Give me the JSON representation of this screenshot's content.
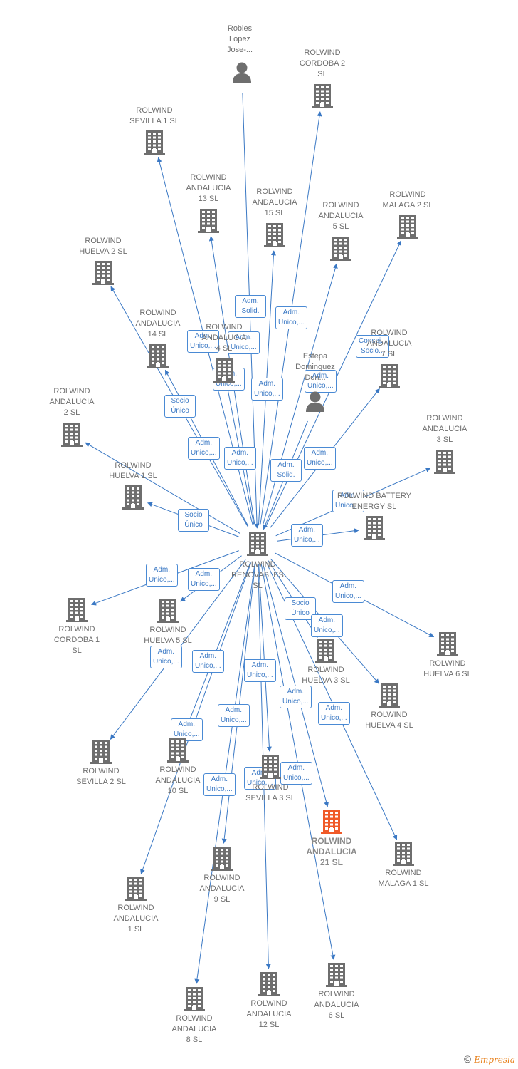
{
  "colors": {
    "edge": "#3a78c4",
    "node": "#6e6e6e",
    "highlight": "#f05a28"
  },
  "nodes": [
    {
      "id": "center",
      "label": "ROLWIND\nRENOVABLES\nSL",
      "type": "company"
    },
    {
      "id": "robles",
      "label": "Robles\nLopez\nJose-...",
      "type": "person"
    },
    {
      "id": "cordoba2",
      "label": "ROLWIND\nCORDOBA 2\nSL",
      "type": "company"
    },
    {
      "id": "sevilla1",
      "label": "ROLWIND\nSEVILLA 1  SL",
      "type": "company"
    },
    {
      "id": "and13",
      "label": "ROLWIND\nANDALUCIA\n13  SL",
      "type": "company"
    },
    {
      "id": "and15",
      "label": "ROLWIND\nANDALUCIA\n15  SL",
      "type": "company"
    },
    {
      "id": "and5",
      "label": "ROLWIND\nANDALUCIA\n5  SL",
      "type": "company"
    },
    {
      "id": "malaga2",
      "label": "ROLWIND\nMALAGA 2  SL",
      "type": "company"
    },
    {
      "id": "huelva2",
      "label": "ROLWIND\nHUELVA 2  SL",
      "type": "company"
    },
    {
      "id": "and14",
      "label": "ROLWIND\nANDALUCIA\n14  SL",
      "type": "company"
    },
    {
      "id": "and4",
      "label": "ROLWIND\nANDALUCIA\n4  SL",
      "type": "company"
    },
    {
      "id": "estepa",
      "label": "Estepa\nDominguez\nDon...",
      "type": "person"
    },
    {
      "id": "and7",
      "label": "ROLWIND\nANDALUCIA\n7  SL",
      "type": "company"
    },
    {
      "id": "and2",
      "label": "ROLWIND\nANDALUCIA\n2  SL",
      "type": "company"
    },
    {
      "id": "and3",
      "label": "ROLWIND\nANDALUCIA\n3  SL",
      "type": "company"
    },
    {
      "id": "huelva1",
      "label": "ROLWIND\nHUELVA 1  SL",
      "type": "company"
    },
    {
      "id": "battery",
      "label": "ROLWIND BATTERY\nENERGY  SL",
      "type": "company"
    },
    {
      "id": "cordoba1",
      "label": "ROLWIND\nCORDOBA 1\nSL",
      "type": "company"
    },
    {
      "id": "huelva5",
      "label": "ROLWIND\nHUELVA 5  SL",
      "type": "company"
    },
    {
      "id": "huelva3",
      "label": "ROLWIND\nHUELVA 3  SL",
      "type": "company"
    },
    {
      "id": "huelva6",
      "label": "ROLWIND\nHUELVA 6  SL",
      "type": "company"
    },
    {
      "id": "huelva4",
      "label": "ROLWIND\nHUELVA 4  SL",
      "type": "company"
    },
    {
      "id": "sevilla2",
      "label": "ROLWIND\nSEVILLA 2  SL",
      "type": "company"
    },
    {
      "id": "and10",
      "label": "ROLWIND\nANDALUCIA\n10  SL",
      "type": "company"
    },
    {
      "id": "sevilla3",
      "label": "ROLWIND\nSEVILLA 3  SL",
      "type": "company"
    },
    {
      "id": "and21",
      "label": "ROLWIND\nANDALUCIA\n21  SL",
      "type": "company",
      "highlight": true
    },
    {
      "id": "malaga1",
      "label": "ROLWIND\nMALAGA 1  SL",
      "type": "company"
    },
    {
      "id": "and1",
      "label": "ROLWIND\nANDALUCIA\n1  SL",
      "type": "company"
    },
    {
      "id": "and9",
      "label": "ROLWIND\nANDALUCIA\n9  SL",
      "type": "company"
    },
    {
      "id": "and12",
      "label": "ROLWIND\nANDALUCIA\n12  SL",
      "type": "company"
    },
    {
      "id": "and6",
      "label": "ROLWIND\nANDALUCIA\n6  SL",
      "type": "company"
    },
    {
      "id": "and8",
      "label": "ROLWIND\nANDALUCIA\n8  SL",
      "type": "company"
    }
  ],
  "edges": [
    {
      "from": "robles",
      "to": "center",
      "label": "Adm.\nSolid."
    },
    {
      "from": "center",
      "to": "cordoba2",
      "label": "Adm.\nUnico,..."
    },
    {
      "from": "center",
      "to": "sevilla1",
      "label": "Adm.\nUnico,..."
    },
    {
      "from": "center",
      "to": "and13",
      "label": "Adm.\nUnico,..."
    },
    {
      "from": "center",
      "to": "and15",
      "label": "Adm.\nUnico,..."
    },
    {
      "from": "center",
      "to": "and5",
      "label": "Adm.\nUnico,..."
    },
    {
      "from": "center",
      "to": "malaga2",
      "label": "Consej. ,\nSocio..."
    },
    {
      "from": "center",
      "to": "huelva2",
      "label": "Adm.\nUnico,..."
    },
    {
      "from": "center",
      "to": "and14",
      "label": "Socio\nÚnico"
    },
    {
      "from": "center",
      "to": "and4",
      "label": "Adm.\nUnico,..."
    },
    {
      "from": "estepa",
      "to": "center",
      "label": "Adm.\nSolid."
    },
    {
      "from": "center",
      "to": "and7",
      "label": "Adm.\nUnico,..."
    },
    {
      "from": "center",
      "to": "and2",
      "label": "Adm.\nUnico,..."
    },
    {
      "from": "center",
      "to": "and3",
      "label": "Adm.\nUnico,..."
    },
    {
      "from": "center",
      "to": "huelva1",
      "label": "Socio\nÚnico"
    },
    {
      "from": "center",
      "to": "battery",
      "label": "Adm.\nUnico,..."
    },
    {
      "from": "center",
      "to": "cordoba1",
      "label": "Adm.\nUnico,..."
    },
    {
      "from": "center",
      "to": "huelva5",
      "label": "Adm.\nUnico,..."
    },
    {
      "from": "center",
      "to": "huelva3",
      "label": "Socio\nÚnico"
    },
    {
      "from": "center",
      "to": "huelva6",
      "label": "Adm.\nUnico,..."
    },
    {
      "from": "center",
      "to": "huelva4",
      "label": "Adm.\nUnico,..."
    },
    {
      "from": "center",
      "to": "sevilla2",
      "label": "Adm.\nUnico,..."
    },
    {
      "from": "center",
      "to": "and10",
      "label": "Adm.\nUnico,..."
    },
    {
      "from": "center",
      "to": "sevilla3",
      "label": "Adm.\nUnico,..."
    },
    {
      "from": "center",
      "to": "and21",
      "label": "Adm.\nUnico,..."
    },
    {
      "from": "center",
      "to": "malaga1",
      "label": "Adm.\nUnico,..."
    },
    {
      "from": "center",
      "to": "and1",
      "label": "Adm.\nUnico,..."
    },
    {
      "from": "center",
      "to": "and9",
      "label": "Adm.\nUnico,..."
    },
    {
      "from": "center",
      "to": "and12",
      "label": "Adm.\nUnico,..."
    },
    {
      "from": "center",
      "to": "and6",
      "label": "Adm.\nUnico,..."
    },
    {
      "from": "center",
      "to": "and8",
      "label": "Adm.\nUnico,..."
    }
  ],
  "footer": {
    "copyright": "©",
    "brand": "Empresia"
  }
}
